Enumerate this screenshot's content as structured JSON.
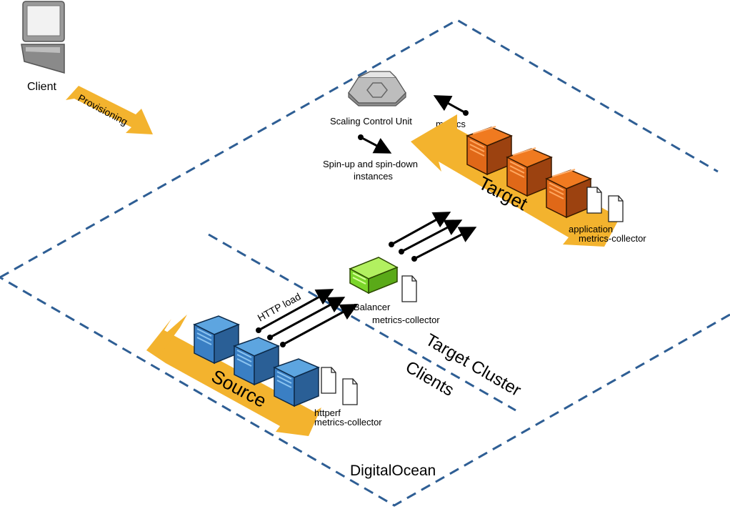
{
  "labels": {
    "client": "Client",
    "provisioning": "Provisioning",
    "scaling_unit": "Scaling Control Unit",
    "metrics": "metrics",
    "spin_line1": "Spin-up and spin-down",
    "spin_line2": "instances",
    "target": "Target",
    "target_files_line1": "application",
    "target_files_line2": "metrics-collector",
    "http_load": "HTTP load",
    "balancer": "Balancer",
    "balancer_file": "metrics-collector",
    "target_cluster": "Target Cluster",
    "clients": "Clients",
    "source": "Source",
    "source_files_line1": "httperf",
    "source_files_line2": "metrics-collector",
    "region": "DigitalOcean"
  },
  "colors": {
    "accent_arrow": "#F3B32E",
    "boundary": "#2E5E94",
    "target_box": "#C85A10",
    "target_box_light": "#F07A20",
    "source_box": "#3A7FC4",
    "source_box_light": "#5DA5E0",
    "balancer_box": "#7BD62A",
    "balancer_box_light": "#B2F060",
    "scaling_unit": "#D8D8D8"
  },
  "icons": [
    "computer-icon",
    "router-icon",
    "document-icon",
    "server-box-icon"
  ]
}
